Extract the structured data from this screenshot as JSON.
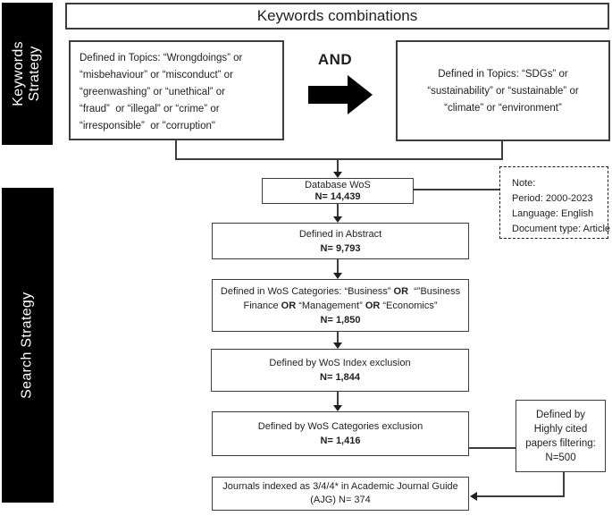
{
  "header": {
    "title": "Keywords combinations"
  },
  "side_labels": {
    "keywords_strategy": {
      "line1": "Keywords",
      "line2": "Strategy"
    },
    "search_strategy": "Search Strategy"
  },
  "keywords_section": {
    "and_label": "AND",
    "left_box_lines": [
      "Defined in Topics: “Wrongdoings” or",
      "“misbehaviour” or “misconduct” or",
      "“greenwashing” or “unethical” or",
      "“fraud”  or “illegal” or “crime” or",
      "“irresponsible”  or \"corruption\""
    ],
    "right_box_lines": [
      "Defined in Topics: “SDGs” or",
      "“sustainability” or “sustainable” or",
      "“climate” or “environment”"
    ]
  },
  "flow": {
    "database": {
      "label": "Database WoS",
      "n": "N= 14,439"
    },
    "abstract": {
      "label": "Defined in Abstract",
      "n": "N= 9,793"
    },
    "categories": {
      "line1": [
        {
          "t": "Defined in WoS Categories: “Business” ",
          "b": false
        },
        {
          "t": "OR",
          "b": true
        },
        {
          "t": "  “”Business",
          "b": false
        }
      ],
      "line2": [
        {
          "t": "Finance ",
          "b": false
        },
        {
          "t": "OR",
          "b": true
        },
        {
          "t": " “Management” ",
          "b": false
        },
        {
          "t": "OR",
          "b": true
        },
        {
          "t": " “Economics”",
          "b": false
        }
      ],
      "n": "N= 1,850"
    },
    "index_exclusion": {
      "label": "Defined by WoS Index exclusion",
      "n": "N= 1,844"
    },
    "categories_exclusion": {
      "label": "Defined by WoS Categories exclusion",
      "n": "N= 1,416"
    },
    "journals": {
      "line1": "Journals indexed as 3/4/4* in Academic Journal Guide",
      "line2": "(AJG) N= 374"
    }
  },
  "note_box": {
    "lines": [
      "Note:",
      "Period: 2000-2023",
      "Language: English",
      "Document type: Article"
    ]
  },
  "highly_cited_box": {
    "lines": [
      "Defined by",
      "Highly cited",
      "papers filtering:",
      "N=500"
    ]
  },
  "colors": {
    "bar_background": "#000000",
    "bar_text": "#ffffff",
    "box_border": "#3d3d3d",
    "text": "#1f1f1f",
    "background": "#ffffff"
  }
}
